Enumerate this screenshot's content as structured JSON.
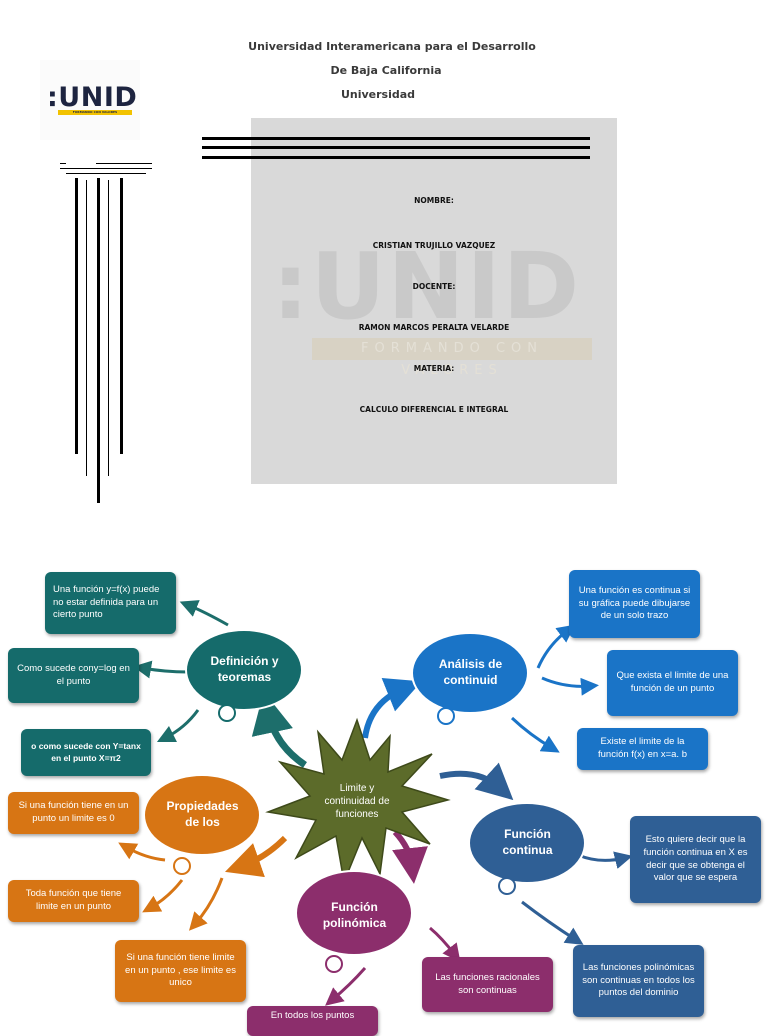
{
  "header": {
    "line1": "Universidad Interamericana para el Desarrollo",
    "line2": "De Baja California",
    "line3": "Universidad"
  },
  "logo": {
    "text": ":UNID",
    "tagline": "FORMANDO CON VALORES"
  },
  "cover": {
    "watermark": ":UNID",
    "watermark_tagline": "FORMANDO CON VALORES",
    "nombre_label": "NOMBRE:",
    "nombre_value": "CRISTIAN TRUJILLO VAZQUEZ",
    "docente_label": "DOCENTE:",
    "docente_value": "RAMON MARCOS PERALTA VELARDE",
    "materia_label": "MATERIA:",
    "materia_value": "CALCULO DIFERENCIAL E INTEGRAL"
  },
  "colors": {
    "teal": "#156b6b",
    "blue": "#1a74c7",
    "orange": "#d77514",
    "purple": "#8c2e6c",
    "navy": "#2f5f95",
    "olive": "#5c6b2a"
  },
  "map": {
    "center": "Limite y continuidad de funciones",
    "definicion": {
      "title": "Definición y teoremas",
      "items": [
        "Una función y=f(x) puede no estar definida para un cierto punto",
        "Como sucede cony=log en el punto",
        "o como sucede con Y=tanx en el punto X=π2"
      ]
    },
    "analisis": {
      "title": "Análisis de continuid",
      "items": [
        "Una función es continua si su gráfica puede dibujarse de un solo trazo",
        "Que exista el limite de una función de un punto",
        "Existe el limite de la función f(x) en x=a. b"
      ]
    },
    "propiedades": {
      "title": "Propiedades de los",
      "items": [
        "Si una función tiene en un punto un limite es 0",
        "Toda función que tiene limite en un punto",
        "Si una función tiene limite en un punto , ese limite es unico"
      ]
    },
    "continua": {
      "title": "Función continua",
      "items": [
        "Esto quiere decir que la función continua en X es decir que se obtenga el valor que se espera",
        "Las funciones polinómicas son continuas en todos los puntos del dominio"
      ]
    },
    "polinomica": {
      "title": "Función polinómica",
      "items": [
        "Las funciones racionales son continuas",
        "En todos los puntos"
      ]
    }
  }
}
